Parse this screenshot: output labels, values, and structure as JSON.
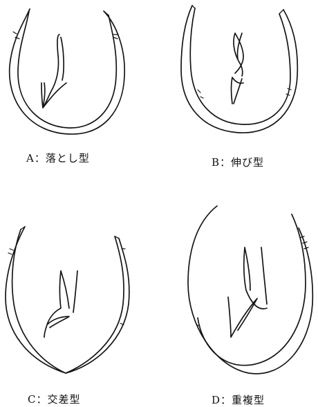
{
  "panels": [
    {
      "id": "A",
      "caption": "A：落とし型"
    },
    {
      "id": "B",
      "caption": "B：伸び型"
    },
    {
      "id": "C",
      "caption": "C：交差型"
    },
    {
      "id": "D",
      "caption": "D：重複型"
    }
  ]
}
